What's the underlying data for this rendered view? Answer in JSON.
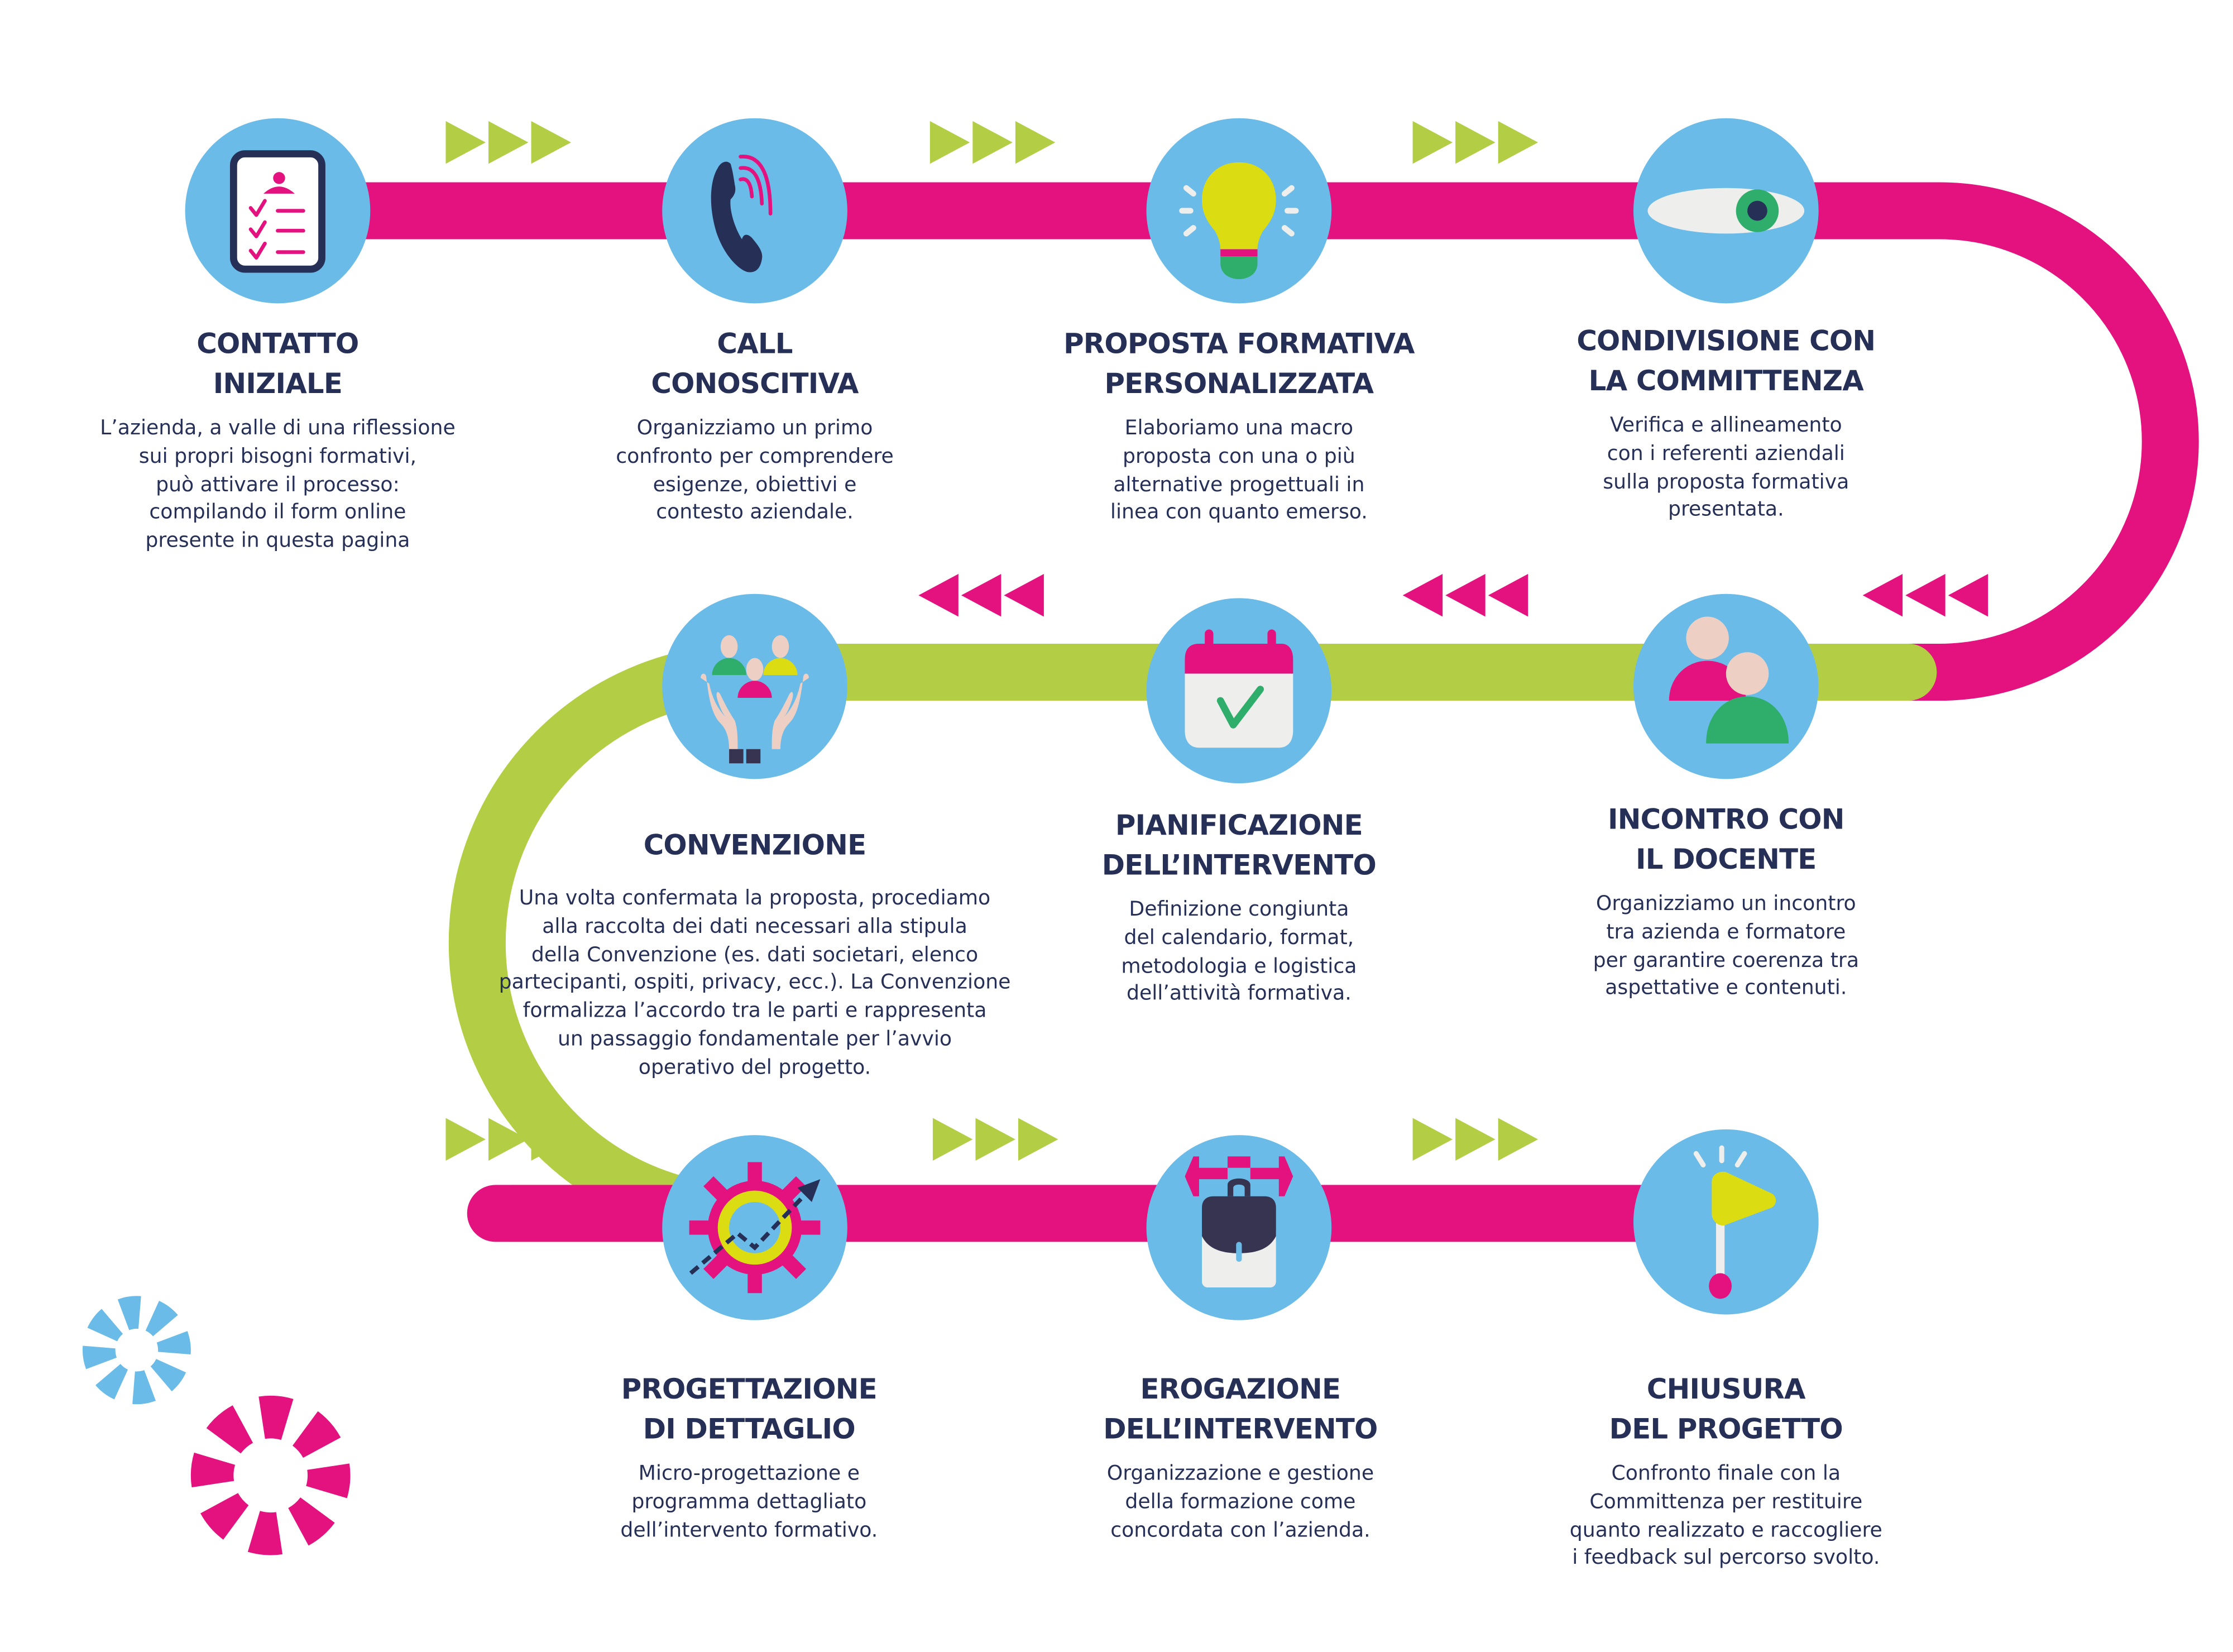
{
  "colors": {
    "magenta": "#e3127e",
    "lime": "#b3ce45",
    "sky": "#6bbbe8",
    "navy": "#262f56",
    "skin": "#edcfc4",
    "green": "#2fae6b",
    "yellow": "#dcdc12",
    "light": "#eeeeec"
  },
  "steps": [
    {
      "id": "contatto-iniziale",
      "icon": "checklist-icon",
      "title_lines": [
        "CONTATTO",
        "INIZIALE"
      ],
      "desc_lines": [
        "L’azienda, a valle di una riflessione",
        "sui  propri bisogni formativi,",
        "può attivare il  processo:",
        "compilando il form online",
        "presente in questa pagina"
      ]
    },
    {
      "id": "call-conoscitiva",
      "icon": "phone-icon",
      "title_lines": [
        "CALL",
        "CONOSCITIVA"
      ],
      "desc_lines": [
        "Organizziamo un primo",
        "confronto per comprendere",
        "esigenze, obiettivi e",
        "contesto aziendale."
      ]
    },
    {
      "id": "proposta-formativa",
      "icon": "lightbulb-icon",
      "title_lines": [
        "PROPOSTA FORMATIVA",
        "PERSONALIZZATA"
      ],
      "desc_lines": [
        "Elaboriamo una macro",
        "proposta con una o più",
        "alternative progettuali in",
        "linea con quanto emerso."
      ]
    },
    {
      "id": "condivisione-committenza",
      "icon": "eye-icon",
      "title_lines": [
        "CONDIVISIONE CON",
        "LA COMMITTENZA"
      ],
      "desc_lines": [
        "Verifica e allineamento",
        "con i referenti  aziendali",
        "sulla proposta formativa",
        "presentata."
      ]
    },
    {
      "id": "incontro-docente",
      "icon": "two-people-icon",
      "title_lines": [
        "INCONTRO CON",
        "IL DOCENTE"
      ],
      "desc_lines": [
        "Organizziamo un incontro",
        "tra azienda e formatore",
        "per garantire coerenza tra",
        "aspettative e contenuti."
      ]
    },
    {
      "id": "pianificazione-intervento",
      "icon": "calendar-check-icon",
      "title_lines": [
        "PIANIFICAZIONE",
        "DELL’INTERVENTO"
      ],
      "desc_lines": [
        "Definizione congiunta",
        "del calendario, format,",
        "metodologia e logistica",
        "dell’attività formativa."
      ]
    },
    {
      "id": "convenzione",
      "icon": "hands-people-icon",
      "title_lines": [
        "CONVENZIONE"
      ],
      "desc_lines": [
        "Una volta confermata la proposta, procediamo",
        "alla raccolta dei dati necessari alla stipula",
        "della Convenzione (es. dati societari, elenco",
        "partecipanti, ospiti, privacy, ecc.). La Convenzione",
        "formalizza l’accordo tra le parti e rappresenta",
        "un passaggio fondamentale per l’avvio",
        "operativo del progetto."
      ]
    },
    {
      "id": "progettazione-dettaglio",
      "icon": "gear-growth-icon",
      "title_lines": [
        "PROGETTAZIONE",
        "DI DETTAGLIO"
      ],
      "desc_lines": [
        "Micro-progettazione e",
        "programma dettagliato",
        "dell’intervento formativo."
      ]
    },
    {
      "id": "erogazione-intervento",
      "icon": "briefcase-arrows-icon",
      "title_lines": [
        "EROGAZIONE",
        "DELL’INTERVENTO"
      ],
      "desc_lines": [
        "Organizzazione e gestione",
        "della formazione come",
        "concordata con l’azienda."
      ]
    },
    {
      "id": "chiusura-progetto",
      "icon": "flag-icon",
      "title_lines": [
        "CHIUSURA",
        "DEL PROGETTO"
      ],
      "desc_lines": [
        "Confronto finale con la",
        "Committenza per restituire",
        "quanto realizzato e raccogliere",
        "i feedback sul percorso svolto."
      ]
    }
  ],
  "direction_markers": [
    {
      "row": 1,
      "direction": "right",
      "color": "lime"
    },
    {
      "row": 1,
      "direction": "right",
      "color": "lime"
    },
    {
      "row": 1,
      "direction": "right",
      "color": "lime"
    },
    {
      "row": 2,
      "direction": "left",
      "color": "magenta"
    },
    {
      "row": 2,
      "direction": "left",
      "color": "magenta"
    },
    {
      "row": 2,
      "direction": "left",
      "color": "magenta"
    },
    {
      "row": 3,
      "direction": "right",
      "color": "lime"
    },
    {
      "row": 3,
      "direction": "right",
      "color": "lime"
    },
    {
      "row": 3,
      "direction": "right",
      "color": "lime"
    }
  ],
  "decorations": [
    {
      "name": "small-sunburst",
      "color": "sky"
    },
    {
      "name": "large-sunburst",
      "color": "magenta"
    }
  ]
}
